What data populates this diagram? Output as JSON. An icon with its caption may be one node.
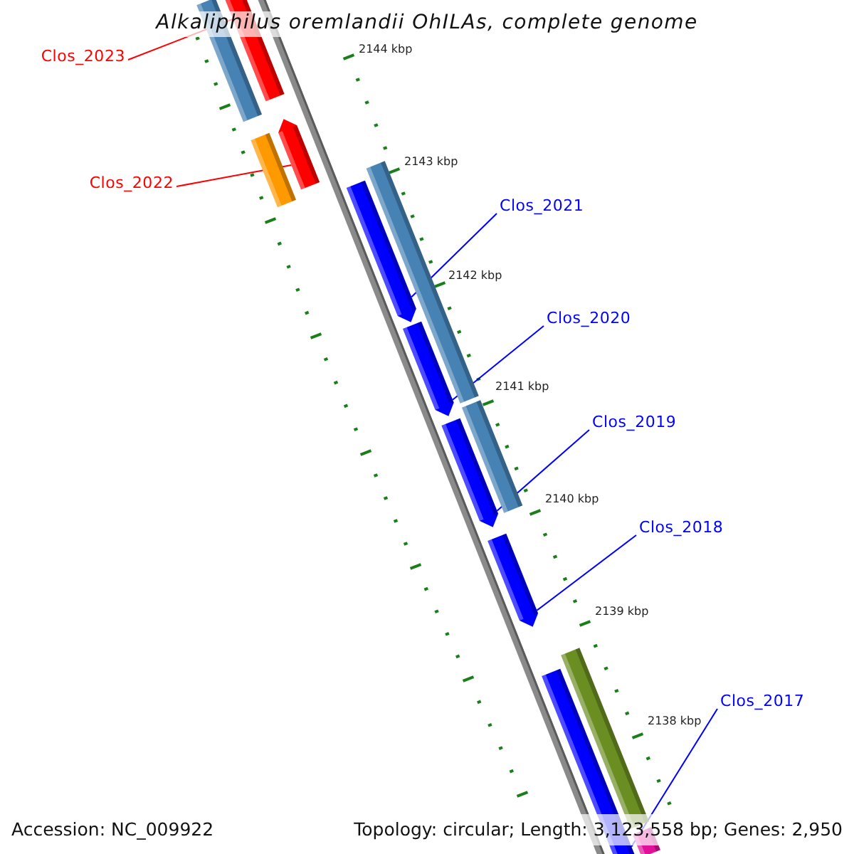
{
  "diagram": {
    "title": "Alkaliphilus oremlandii OhILAs, complete genome",
    "nodes": [
      {
        "text": [
          "Clos_2023"
        ]
      },
      {
        "text": [],
        "shape": "bar"
      },
      {
        "text": [],
        "shape": "bar"
      },
      {
        "text": [
          "Clos_2022"
        ]
      },
      {
        "text": [],
        "shape": "bar"
      },
      {
        "text": [],
        "shape": "bar"
      },
      {
        "text": [],
        "shape": "bar"
      },
      {
        "text": [],
        "shape": "bar"
      },
      {
        "text": [
          "Clos_2021"
        ]
      },
      {
        "text": [
          "Clos_2020"
        ]
      },
      {
        "text": [],
        "shape": "bar"
      },
      {
        "text": [
          "Clos_2019"
        ]
      },
      {
        "text": [],
        "shape": "bar"
      },
      {
        "text": [],
        "shape": "bar"
      },
      {
        "text": [
          "Clos_2018"
        ]
      },
      {
        "text": [],
        "shape": "bar"
      },
      {
        "text": [],
        "shape": "bar"
      },
      {
        "text": [],
        "shape": "bar"
      },
      {
        "text": [
          "Clos_2017"
        ]
      },
      {
        "text": [],
        "shape": "bar"
      }
    ],
    "edges": [
      {
        "from": 0,
        "to": 2,
        "arrow": "none",
        "color": "#ff0000"
      },
      {
        "from": 3,
        "to": 5,
        "arrow": "none",
        "color": "#ff0000"
      },
      {
        "from": 8,
        "to": 7,
        "arrow": "none"
      },
      {
        "from": 9,
        "to": 10,
        "arrow": "none"
      },
      {
        "from": 11,
        "to": 13,
        "arrow": "none"
      },
      {
        "from": 14,
        "to": 15,
        "arrow": "none"
      },
      {
        "from": 18,
        "to": 17,
        "arrow": "none"
      }
    ],
    "labels": [
      "2144 kbp",
      "2143 kbp",
      "2142 kbp",
      "2141 kbp",
      "2140 kbp",
      "2139 kbp",
      "2138 kbp",
      "Accession: NC_009922",
      "Topology: circular; Length: 3,123,558 bp; Genes: 2,950"
    ]
  }
}
